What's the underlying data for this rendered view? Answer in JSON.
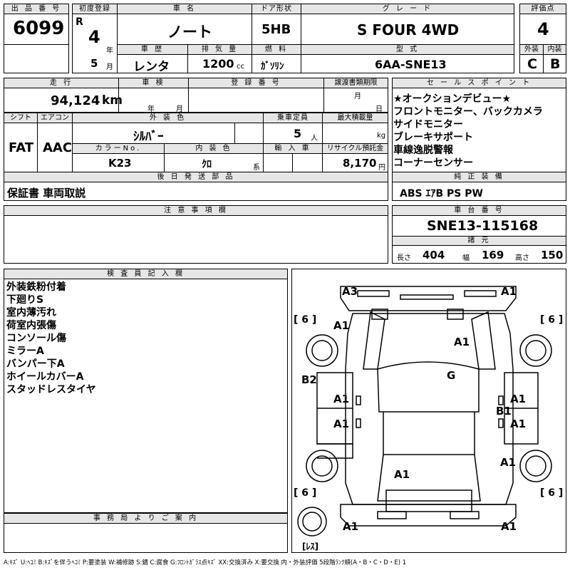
{
  "header": {
    "lot_label": "出 品 番 号",
    "lot_value": "6099",
    "first_reg_label": "初度登録",
    "era": "R",
    "reg_year": "4",
    "year_unit": "年",
    "reg_month": "5",
    "month_unit": "月",
    "car_name_label": "車 名",
    "car_name": "ノート",
    "doors_label": "ドア形状",
    "doors": "5HB",
    "grade_label": "グ レ ー ド",
    "grade": "S FOUR 4WD",
    "score_label": "評価点",
    "score": "4",
    "history_label": "車 歴",
    "history": "レンタ",
    "displacement_label": "排 気 量",
    "displacement": "1200",
    "displacement_unit": "cc",
    "fuel_label": "燃 料",
    "fuel": "ｶﾞｿﾘﾝ",
    "model_label": "型 式",
    "model": "6AA-SNE13",
    "exterior_label": "外装",
    "exterior": "C",
    "interior_label": "内装",
    "interior": "B"
  },
  "row2": {
    "mileage_label": "走 行",
    "mileage": "94,124",
    "mileage_unit": "km",
    "inspection_label": "車 検",
    "insp_year_unit": "年",
    "insp_month_unit": "月",
    "reg_no_label": "登 録 番 号",
    "transfer_label": "譲渡書類期限",
    "transfer_month_unit": "月",
    "transfer_day_unit": "日",
    "shift_label": "シフト",
    "shift": "FAT",
    "ac_label": "エアコン",
    "ac": "AAC",
    "color_label": "外 装 色",
    "color": "ｼﾙﾊﾞｰ",
    "capacity_label": "乗車定員",
    "capacity": "5",
    "capacity_unit": "人",
    "load_label": "最大積載量",
    "load_unit": "kg",
    "color_no_label": "カラーNo.",
    "color_no": "K23",
    "int_color_label": "内 装 色",
    "int_color": "ｸﾛ",
    "int_color_unit": "系",
    "import_label": "輸 入 車",
    "recycle_label": "リサイクル預託金",
    "recycle": "8,170",
    "recycle_unit": "円"
  },
  "sales_points": {
    "label": "セ ー ル ス ポ イ ン ト",
    "items": [
      "★オークションデビュー★",
      "フロントモニター、バックカメラ",
      "サイドモニター",
      "ブレーキサポート",
      "車線逸脱警報",
      "コーナーセンサー"
    ]
  },
  "delivery": {
    "label": "後 日 発 送 部 品",
    "value": "保証書 車両取説"
  },
  "equipment": {
    "label": "純 正 装 備",
    "value": "ABS ｴｱB PS PW"
  },
  "caution": {
    "label": "注 意 事 項 欄"
  },
  "chassis": {
    "label": "車 台 番 号",
    "value": "SNE13-115168",
    "dims_label": "諸 元",
    "length_label": "長さ",
    "length": "404",
    "width_label": "幅",
    "width": "169",
    "height_label": "高さ",
    "height": "150"
  },
  "inspector": {
    "label": "検 査 員 記 入 欄",
    "lines": [
      "外装鉄粉付着",
      "下廻りS",
      "室内薄汚れ",
      "荷室内張傷",
      "コンソール傷",
      "ミラーA",
      "バンパー下A",
      "ホイールカバーA",
      "スタッドレスタイヤ"
    ]
  },
  "office": {
    "label": "事 務 局 よ り ご 案 内"
  },
  "diagram": {
    "tire_tl": "[ 6 ]",
    "tire_tr": "[ 6 ]",
    "tire_bl": "[ 6 ]",
    "tire_br": "[ 6 ]",
    "spare": "[ﾚｽ]",
    "marks": {
      "front_bumper_left": "A3",
      "front_bumper_right": "A1",
      "front_fender_left": "A1",
      "hood": "A1",
      "left_side": "B2",
      "roof": "G",
      "front_door_left": "A1",
      "front_door_right": "A1",
      "right_side": "B1",
      "rear_door_left": "A1",
      "rear_door_right": "A1",
      "rear_fender_right": "A1",
      "tailgate": "A1",
      "rear_bumper_left": "A1",
      "rear_bumper_right": "A1"
    }
  },
  "legend": "A:ｷｽﾞ U:ﾍｺﾐ B:ｷｽﾞを伴うﾍｺﾐ P:要塗装 W:補修跡 S:錆 C:腐食 G:ﾌﾛﾝﾄｶﾞﾗｽ点ｷｽﾞ XX:交換済み X:要交換 内・外装評価 5段階ﾗﾝｸ順(A・B・C・D・E) 1"
}
